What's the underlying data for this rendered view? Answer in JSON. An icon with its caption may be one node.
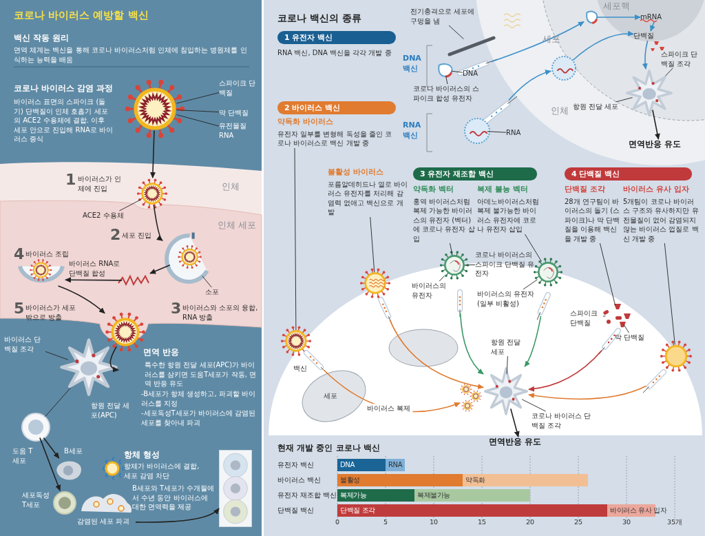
{
  "diagram": {
    "title": "코로나 바이러스 예방할 백신",
    "nodes": [
      {
        "text": [],
        "shape": "picture"
      },
      {
        "text": [
          "스파이크 단백질"
        ]
      },
      {
        "text": [
          "막 단백질"
        ]
      },
      {
        "text": [
          "유전물질 RNA"
        ]
      },
      {
        "text": [],
        "shape": "picture"
      },
      {
        "text": [
          "ACE2 수용체"
        ]
      },
      {
        "text": [],
        "shape": "picture"
      },
      {
        "text": [
          "소포"
        ]
      },
      {
        "text": [],
        "shape": "picture"
      },
      {
        "text": [],
        "shape": "picture"
      },
      {
        "text": [],
        "shape": "picture"
      },
      {
        "text": [],
        "shape": "picture"
      },
      {
        "text": [
          "바이러스 단백질 조각"
        ]
      },
      {
        "text": [],
        "shape": "picture"
      },
      {
        "text": [],
        "shape": "picture"
      },
      {
        "text": [],
        "shape": "picture"
      },
      {
        "text": [
          "감염된 세포 파괴"
        ]
      },
      {
        "text": [],
        "shape": "picture"
      },
      {
        "text": [
          "1 유전자 백신"
        ]
      },
      {
        "text": [
          "2 바이러스 백신"
        ]
      },
      {
        "text": [
          "약독화 바이러스",
          "유전자 일부를 변형해 독성을 줄인 코로나 바이러스로 백신 개발 중"
        ]
      },
      {
        "text": [
          "불활성 바이러스",
          "포름알데히드나 열로 바이러스 유전자를 처리해 감염력 없애고 백신으로 개발"
        ]
      },
      {
        "text": [
          "3 유전자 재조합 백신"
        ]
      },
      {
        "text": [
          "약독화 벡터",
          "홍역 바이러스처럼 복제 가능한 바이러스의 유전자 (벡터)에 코로나 유전자 삽입"
        ]
      },
      {
        "text": [
          "복제 불능 벡터",
          "아데노바이러스처럼 복제 불가능한 바이러스 유전자에 코로나 유전자 삽입"
        ]
      },
      {
        "text": [
          "4 단백질 백신"
        ]
      },
      {
        "text": [
          "단백질 조각",
          "28개 연구팀이 바이러스의 돌기 (스파이크)나 막 단백질을 이용해 백신을 개발 중"
        ]
      },
      {
        "text": [
          "바이러스 유사 입자",
          "5개팀이 코로나 바이러스 구조와 유사하지만 유전물질이 없어 감염되지 않는 바이러스 껍질로 백신 개발 중"
        ]
      },
      {
        "text": [],
        "shape": "picture"
      },
      {
        "text": [],
        "shape": "picture"
      },
      {
        "text": [],
        "shape": "picture"
      },
      {
        "text": [],
        "shape": "picture"
      },
      {
        "text": [],
        "shape": "picture"
      },
      {
        "text": [],
        "shape": "picture"
      },
      {
        "text": [
          "코로나 바이러스의 스파이크 단백질 유전자"
        ]
      },
      {
        "text": [
          "바이러스의 유전자"
        ]
      },
      {
        "text": [
          "바이러스의 유전자 (일부 비활성)"
        ]
      },
      {
        "text": [
          "스파이크 단백질"
        ]
      },
      {
        "text": [
          "막 단백질"
        ]
      },
      {
        "text": [],
        "shape": "picture"
      },
      {
        "text": [],
        "shape": "picture"
      },
      {
        "text": [],
        "shape": "picture"
      },
      {
        "text": [],
        "shape": "picture"
      },
      {
        "text": [],
        "shape": "picture"
      },
      {
        "text": [],
        "shape": "picture"
      },
      {
        "text": [],
        "shape": "picture"
      },
      {
        "text": [],
        "shape": "picture"
      },
      {
        "text": [
          "항원 전달 세포"
        ]
      },
      {
        "text": [
          "코로나 바이러스 단백질 조각"
        ]
      },
      {
        "text": [
          "면역반응 유도"
        ]
      },
      {
        "text": [
          "전기충격으로 세포에 구멍을 냄"
        ]
      },
      {
        "text": [],
        "shape": "picture"
      },
      {
        "text": [],
        "shape": "picture"
      },
      {
        "text": [
          "DNA"
        ]
      },
      {
        "text": [
          "코로나 바이러스의 스파이크 합성 유전자"
        ]
      },
      {
        "text": [],
        "shape": "picture"
      },
      {
        "text": [],
        "shape": "picture"
      },
      {
        "text": [
          "RNA"
        ]
      },
      {
        "text": [],
        "shape": "picture"
      },
      {
        "text": [],
        "shape": "picture"
      },
      {
        "text": [
          "mRNA"
        ]
      },
      {
        "text": [
          "단백질"
        ]
      },
      {
        "text": [],
        "shape": "picture"
      },
      {
        "text": [
          "항원 전달 세포"
        ]
      },
      {
        "text": [
          "스파이크 단백질 조각"
        ]
      },
      {
        "text": [
          "면역반응 유도"
        ]
      },
      {
        "text": [],
        "shape": "picture"
      }
    ],
    "edges": [
      {
        "from": 0,
        "to": 4,
        "arrow": "to"
      },
      {
        "from": 4,
        "to": 6,
        "arrow": "to"
      },
      {
        "from": 6,
        "to": 8,
        "arrow": "to"
      },
      {
        "from": 8,
        "to": 9,
        "arrow": "to"
      },
      {
        "from": 9,
        "to": 10,
        "arrow": "to"
      },
      {
        "from": 10,
        "to": 11,
        "arrow": "to"
      },
      {
        "from": 11,
        "to": 13,
        "arrow": "none"
      },
      {
        "from": 13,
        "to": 14,
        "arrow": "to"
      },
      {
        "from": 13,
        "to": 15,
        "arrow": "to"
      },
      {
        "from": 16,
        "to": 17,
        "arrow": "to"
      },
      {
        "from": 1,
        "to": 0,
        "arrow": "none"
      },
      {
        "from": 2,
        "to": 0,
        "arrow": "none"
      },
      {
        "from": 3,
        "to": 0,
        "arrow": "none"
      },
      {
        "from": 5,
        "to": 4,
        "arrow": "none"
      },
      {
        "from": 7,
        "to": 6,
        "arrow": "none"
      },
      {
        "from": 12,
        "to": 11,
        "arrow": "none"
      },
      {
        "from": 20,
        "to": 28,
        "arrow": "none"
      },
      {
        "from": 21,
        "to": 29,
        "arrow": "none"
      },
      {
        "from": 23,
        "to": 30,
        "arrow": "none"
      },
      {
        "from": 24,
        "to": 31,
        "arrow": "none"
      },
      {
        "from": 26,
        "to": 32,
        "arrow": "none"
      },
      {
        "from": 27,
        "to": 33,
        "arrow": "none"
      },
      {
        "from": 34,
        "to": 30,
        "arrow": "none"
      },
      {
        "from": 35,
        "to": 30,
        "arrow": "none"
      },
      {
        "from": 36,
        "to": 31,
        "arrow": "none"
      },
      {
        "from": 37,
        "to": 32,
        "arrow": "none"
      },
      {
        "from": 38,
        "to": 32,
        "arrow": "none"
      },
      {
        "from": 39,
        "to": 45,
        "arrow": "to",
        "label": "바이러스 복제",
        "color": "#e07b30"
      },
      {
        "from": 40,
        "to": 46,
        "arrow": "to",
        "color": "#e07b30"
      },
      {
        "from": 41,
        "to": 46,
        "arrow": "to",
        "color": "#3a9a66"
      },
      {
        "from": 42,
        "to": 46,
        "arrow": "to",
        "color": "#3a9a66"
      },
      {
        "from": 43,
        "to": 46,
        "arrow": "to",
        "color": "#c0393b"
      },
      {
        "from": 44,
        "to": 46,
        "arrow": "to",
        "color": "#e07b30"
      },
      {
        "from": 47,
        "to": 46,
        "arrow": "none"
      },
      {
        "from": 48,
        "to": 46,
        "arrow": "none"
      },
      {
        "from": 46,
        "to": 49,
        "arrow": "to"
      },
      {
        "from": 50,
        "to": 66,
        "arrow": "none"
      },
      {
        "from": 51,
        "to": 59,
        "arrow": "to",
        "color": "#3b8fc9"
      },
      {
        "from": 59,
        "to": 60,
        "arrow": "to",
        "color": "#3b8fc9"
      },
      {
        "from": 60,
        "to": 61,
        "arrow": "to",
        "color": "#3b8fc9"
      },
      {
        "from": 58,
        "to": 61,
        "arrow": "to",
        "color": "#3b8fc9"
      },
      {
        "from": 55,
        "to": 58,
        "arrow": "to",
        "color": "#3b8fc9"
      },
      {
        "from": 61,
        "to": 62,
        "arrow": "to",
        "color": "#3b8fc9"
      },
      {
        "from": 62,
        "to": 65,
        "arrow": "to"
      },
      {
        "from": 53,
        "to": 52,
        "arrow": "none"
      },
      {
        "from": 54,
        "to": 52,
        "arrow": "none"
      },
      {
        "from": 57,
        "to": 56,
        "arrow": "none"
      },
      {
        "from": 63,
        "to": 62,
        "arrow": "none"
      },
      {
        "from": 64,
        "to": 62,
        "arrow": "none"
      }
    ],
    "labels": [
      "백신 작동 원리",
      "면역 체계는 백신을 통해 코로나 바이러스처럼 인체에 침입하는 병원체를 인식하는 능력을 배움",
      "코로나 바이러스 감염 과정",
      "바이러스 표면의 스파이크 (돌기) 단백질이 인체 호흡기 세포의 ACE2 수용체에 결합. 이후 세포 안으로 진입해 RNA로 바이러스 증식",
      "1",
      "바이러스가 인체에 진입",
      "인체",
      "인체 세포",
      "2",
      "세포 진입",
      "4",
      "바이러스 조립",
      "바이러스 RNA로 단백질 합성",
      "5",
      "바이러스가 세포밖으로 방출",
      "3",
      "바이러스와 소포의 융합, RNA 방출",
      "면역 반응",
      "특수한 항원 전달 세포(APC)가 바이러스를 삼키면 도움T세포가 작동, 면역 반응 유도",
      "-B세포가 항체 생성하고, 파괴할 바이러스를 지정",
      "-세포독성T세포가 바이러스에 감염된 세포를 찾아내 파괴",
      "항원 전달 세포(APC)",
      "도움 T세포",
      "B세포",
      "항체 형성",
      "항체가 바이러스에 결합, 세포 감염 차단",
      "세포독성 T세포",
      "B세포와 T세포가 수개월에서 수년 동안 바이러스에 대한 면역력을 제공",
      "코로나 백신의 종류",
      "RNA 백신, DNA 백신을 각각 개발 중",
      "DNA 백신",
      "RNA 백신",
      "세포핵",
      "세포",
      "인체",
      "백신",
      "세포"
    ],
    "chart_data": {
      "type": "bar",
      "orientation": "horizontal",
      "stacked": true,
      "grid": true,
      "title": "현재 개발 중인 코로나 백신",
      "categories": [
        "유전자 백신",
        "바이러스 백신",
        "유전자 재조합 백신",
        "단백질 백신"
      ],
      "series": [
        {
          "name": "DNA",
          "color": "#1a6496",
          "values": [
            5,
            null,
            null,
            null
          ]
        },
        {
          "name": "RNA",
          "color": "#7fb0d8",
          "values": [
            2,
            null,
            null,
            null
          ]
        },
        {
          "name": "불활성",
          "color": "#e07b30",
          "values": [
            null,
            13,
            null,
            null
          ]
        },
        {
          "name": "약독화",
          "color": "#f2bf94",
          "values": [
            null,
            13,
            null,
            null
          ]
        },
        {
          "name": "복제가능",
          "color": "#1e6b4a",
          "values": [
            null,
            null,
            8,
            null
          ]
        },
        {
          "name": "복제불가능",
          "color": "#a8c9a0",
          "values": [
            null,
            null,
            12,
            null
          ]
        },
        {
          "name": "단백질 조각",
          "color": "#bf3c3c",
          "values": [
            null,
            null,
            null,
            28
          ]
        },
        {
          "name": "바이러스 유사 입자",
          "color": "#eca79c",
          "values": [
            null,
            null,
            null,
            5
          ]
        }
      ],
      "xlim": [
        0,
        35
      ],
      "xticks": [
        0,
        5,
        10,
        15,
        20,
        25,
        30,
        {
          "value": 35,
          "label": "35개"
        }
      ]
    }
  }
}
